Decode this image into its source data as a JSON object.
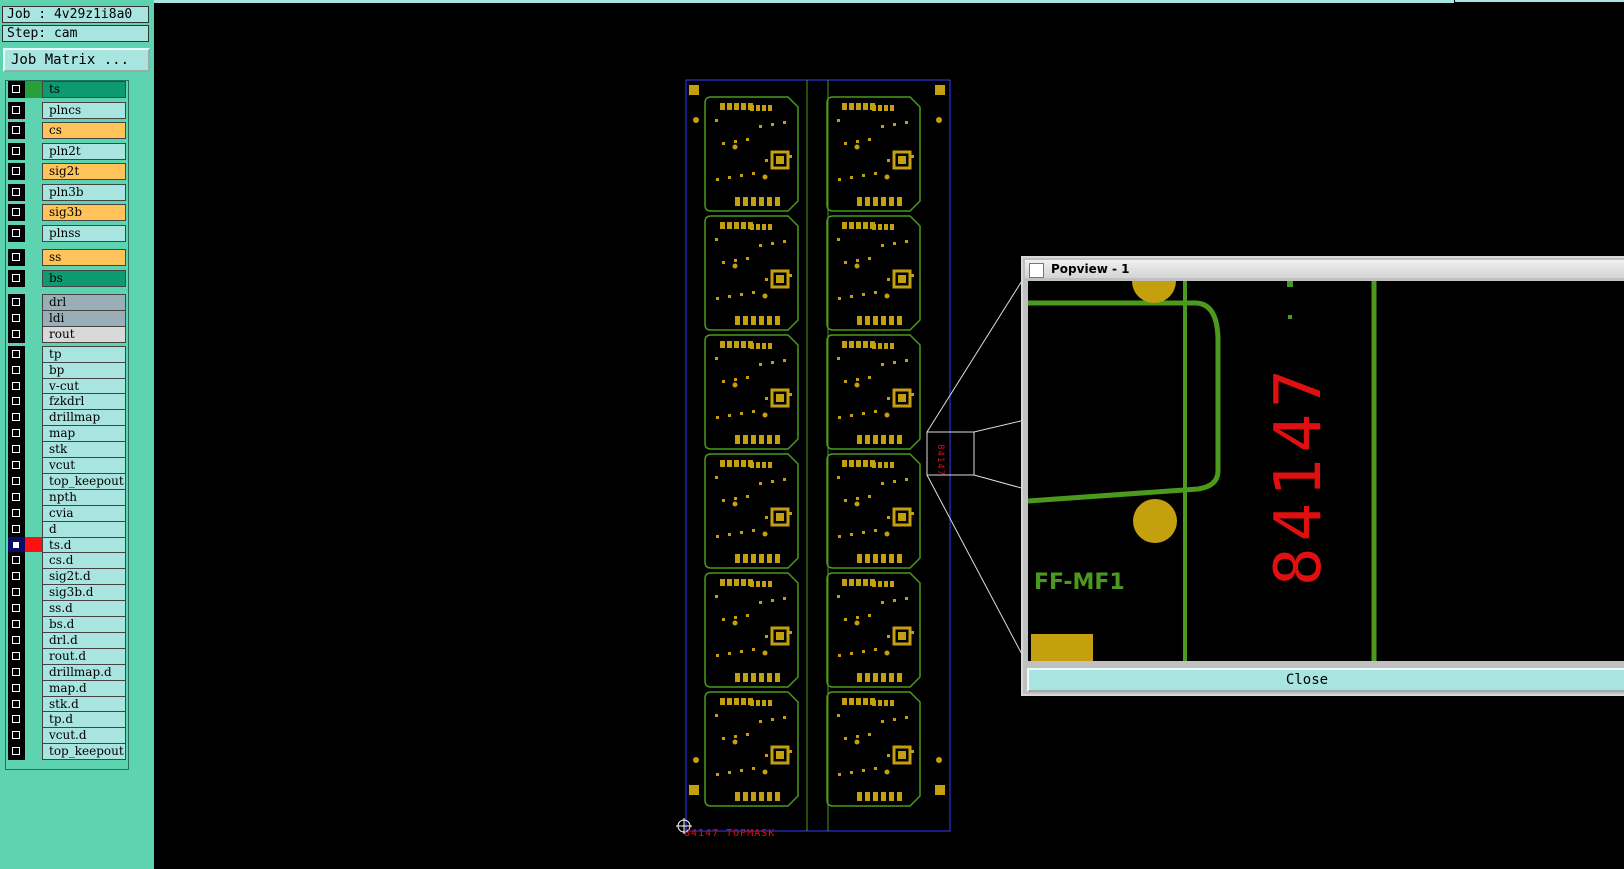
{
  "job": {
    "name_label": "Job : 4v29z1i8a0",
    "step_label": "Step: cam",
    "matrix_button": "Job Matrix ..."
  },
  "colors": {
    "panel_bg": "#5ed3b0",
    "field_bg": "#a8e4e0",
    "signal": "#ffc35a",
    "ground": "#0d9a72",
    "drill": "#9aaeb8",
    "pad": "#c4a00e",
    "trace": "#4b9a1e",
    "annotation": "#e01010"
  },
  "layers": [
    {
      "name": "ts",
      "color": "#0d9a72",
      "swatch": "#27a03a"
    },
    {
      "name": "plncs",
      "color": "#a8e4e0"
    },
    {
      "name": "cs",
      "color": "#ffc35a"
    },
    {
      "name": "pln2t",
      "color": "#a8e4e0"
    },
    {
      "name": "sig2t",
      "color": "#ffc35a"
    },
    {
      "name": "pln3b",
      "color": "#a8e4e0"
    },
    {
      "name": "sig3b",
      "color": "#ffc35a"
    },
    {
      "name": "plnss",
      "color": "#a8e4e0"
    },
    {
      "name": "ss",
      "color": "#ffc35a"
    },
    {
      "name": "bs",
      "color": "#0d9a72"
    },
    {
      "name": "drl",
      "color": "#9aaeb8"
    },
    {
      "name": "ldi",
      "color": "#9aaeb8"
    },
    {
      "name": "rout",
      "color": "#d9d9d9"
    },
    {
      "name": "tp",
      "color": "#a8e4e0"
    },
    {
      "name": "bp",
      "color": "#a8e4e0"
    },
    {
      "name": "v-cut",
      "color": "#a8e4e0"
    },
    {
      "name": "fzkdrl",
      "color": "#a8e4e0"
    },
    {
      "name": "drillmap",
      "color": "#a8e4e0"
    },
    {
      "name": "map",
      "color": "#a8e4e0"
    },
    {
      "name": "stk",
      "color": "#a8e4e0"
    },
    {
      "name": "vcut",
      "color": "#a8e4e0"
    },
    {
      "name": "top_keepout",
      "color": "#a8e4e0"
    },
    {
      "name": "npth",
      "color": "#a8e4e0"
    },
    {
      "name": "cvia",
      "color": "#a8e4e0"
    },
    {
      "name": "d",
      "color": "#a8e4e0"
    },
    {
      "name": "ts.d",
      "color": "#a8e4e0",
      "swatch": "#ff1010",
      "selected": true
    },
    {
      "name": "cs.d",
      "color": "#a8e4e0"
    },
    {
      "name": "sig2t.d",
      "color": "#a8e4e0"
    },
    {
      "name": "sig3b.d",
      "color": "#a8e4e0"
    },
    {
      "name": "ss.d",
      "color": "#a8e4e0"
    },
    {
      "name": "bs.d",
      "color": "#a8e4e0"
    },
    {
      "name": "drl.d",
      "color": "#a8e4e0"
    },
    {
      "name": "rout.d",
      "color": "#a8e4e0"
    },
    {
      "name": "drillmap.d",
      "color": "#a8e4e0"
    },
    {
      "name": "map.d",
      "color": "#a8e4e0"
    },
    {
      "name": "stk.d",
      "color": "#a8e4e0"
    },
    {
      "name": "tp.d",
      "color": "#a8e4e0"
    },
    {
      "name": "vcut.d",
      "color": "#a8e4e0"
    },
    {
      "name": "top_keepout",
      "color": "#a8e4e0"
    }
  ],
  "board": {
    "bottom_label": "84147  TOPMASK",
    "side_label": "84147"
  },
  "popview": {
    "title": "Popview - 1",
    "zoom_text": "84147",
    "logo_text": "FF-MF1",
    "close_label": "Close"
  }
}
